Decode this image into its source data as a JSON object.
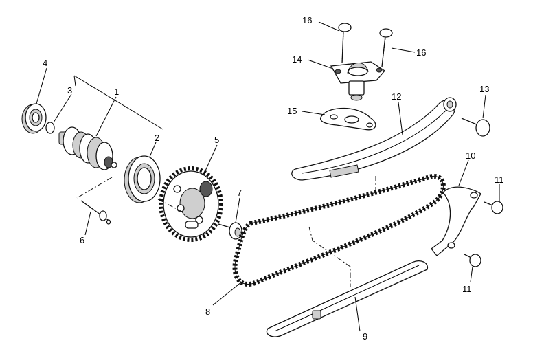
{
  "labels": {
    "p1": "1",
    "p2": "2",
    "p3": "3",
    "p4": "4",
    "p5": "5",
    "p6": "6",
    "p7": "7",
    "p8": "8",
    "p9": "9",
    "p10": "10",
    "p11a": "11",
    "p11b": "11",
    "p12": "12",
    "p13": "13",
    "p14": "14",
    "p15": "15",
    "p16a": "16",
    "p16b": "16"
  }
}
